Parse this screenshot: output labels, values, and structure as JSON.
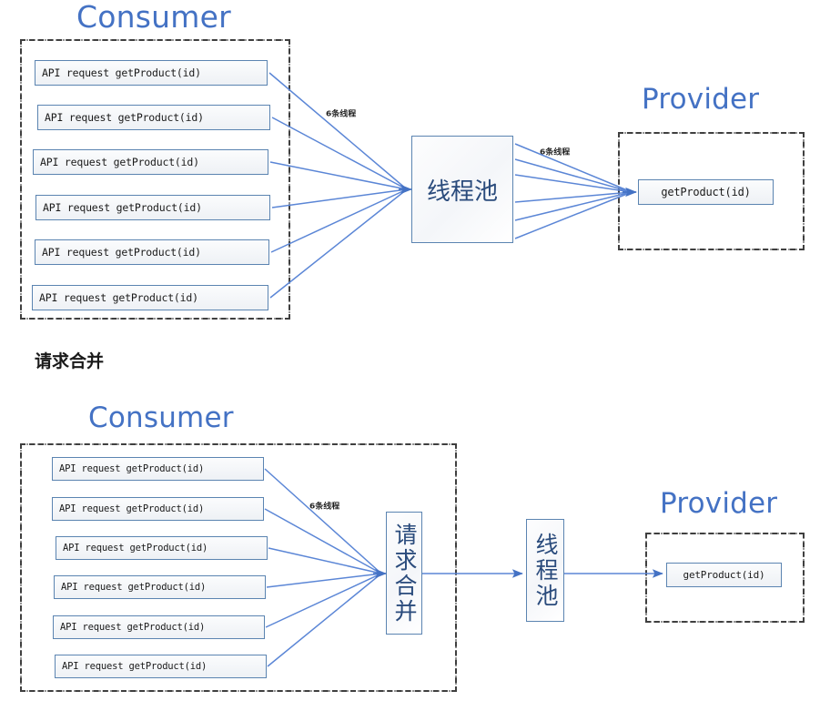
{
  "colors": {
    "accent_blue": "#4472C4",
    "arrow_blue": "#5B86D6",
    "box_border": "#5B84B1",
    "box_fill": "#EEF1F5",
    "boundary_border": "#3F3F3F",
    "cjk_text": "#2A4B7C",
    "heading_text": "#1A1A1A"
  },
  "diagram1": {
    "consumer_title": "Consumer",
    "provider_title": "Provider",
    "requests": [
      {
        "label": "API request getProduct(id)"
      },
      {
        "label": "API request getProduct(id)"
      },
      {
        "label": "API request getProduct(id)"
      },
      {
        "label": "API request getProduct(id)"
      },
      {
        "label": "API request getProduct(id)"
      },
      {
        "label": "API request getProduct(id)"
      }
    ],
    "thread_pool": "线程池",
    "edge_label_in": "6条线程",
    "edge_label_out": "6条线程",
    "provider_method": "getProduct(id)"
  },
  "section_heading": "请求合并",
  "diagram2": {
    "consumer_title": "Consumer",
    "provider_title": "Provider",
    "requests": [
      {
        "label": "API request getProduct(id)"
      },
      {
        "label": "API request getProduct(id)"
      },
      {
        "label": "API request getProduct(id)"
      },
      {
        "label": "API request getProduct(id)"
      },
      {
        "label": "API request getProduct(id)"
      },
      {
        "label": "API request getProduct(id)"
      }
    ],
    "edge_label_in": "6条线程",
    "request_merge": "请求合并",
    "thread_pool": "线程池",
    "provider_method": "getProduct(id)"
  }
}
